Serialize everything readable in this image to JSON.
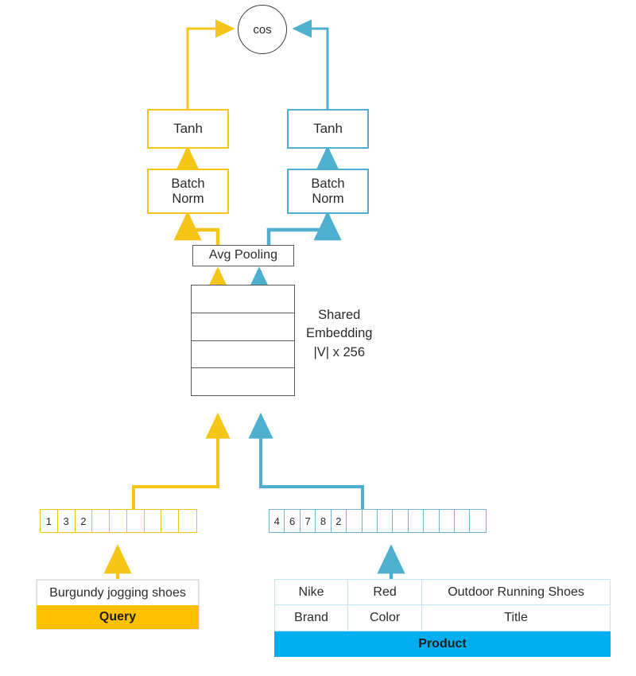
{
  "diagram": {
    "title": "Two-tower query-product embedding model",
    "colors": {
      "query_accent": "#FFC000",
      "query_line": "#F5C518",
      "product_accent": "#00AEEF",
      "product_line": "#4FAFCF",
      "box_border_gray": "#595959"
    }
  },
  "similarity": {
    "label": "cos"
  },
  "query_tower": {
    "tanh_label": "Tanh",
    "batchnorm_line1": "Batch",
    "batchnorm_line2": "Norm"
  },
  "product_tower": {
    "tanh_label": "Tanh",
    "batchnorm_line1": "Batch",
    "batchnorm_line2": "Norm"
  },
  "pooling": {
    "label": "Avg Pooling"
  },
  "embedding": {
    "rows": 4,
    "caption_line1": "Shared",
    "caption_line2": "Embedding",
    "caption_line3": "|V| x 256"
  },
  "query_tokens": {
    "total_cells": 9,
    "values": [
      "1",
      "3",
      "2",
      "",
      "",
      "",
      "",
      "",
      ""
    ]
  },
  "product_tokens": {
    "total_cells": 14,
    "values": [
      "4",
      "6",
      "7",
      "8",
      "2",
      "",
      "",
      "",
      "",
      "",
      "",
      "",
      "",
      ""
    ]
  },
  "query_source": {
    "text": "Burgundy jogging shoes",
    "banner": "Query"
  },
  "product_source": {
    "values": [
      "Nike",
      "Red",
      "Outdoor Running Shoes"
    ],
    "headers": [
      "Brand",
      "Color",
      "Title"
    ],
    "banner": "Product"
  }
}
